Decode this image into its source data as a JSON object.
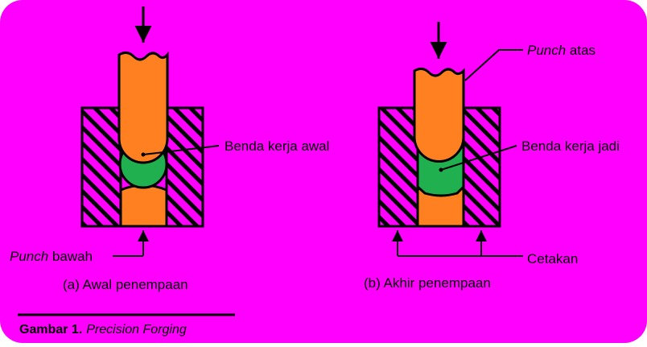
{
  "colors": {
    "background": "#ff00ff",
    "punch": "#ff8020",
    "workpiece": "#20b050",
    "stroke": "#000000"
  },
  "panel_a": {
    "workpiece_label": "Benda kerja awal",
    "bottom_punch_label_italic": "Punch",
    "bottom_punch_label_rest": " bawah",
    "caption": "(a) Awal penempaan"
  },
  "panel_b": {
    "top_punch_label_italic": "Punch",
    "top_punch_label_rest": " atas",
    "workpiece_label": "Benda kerja jadi",
    "die_label": "Cetakan",
    "caption": "(b) Akhir penempaan"
  },
  "figure_caption": {
    "bold": "Gambar 1.",
    "italic": "Precision Forging"
  }
}
